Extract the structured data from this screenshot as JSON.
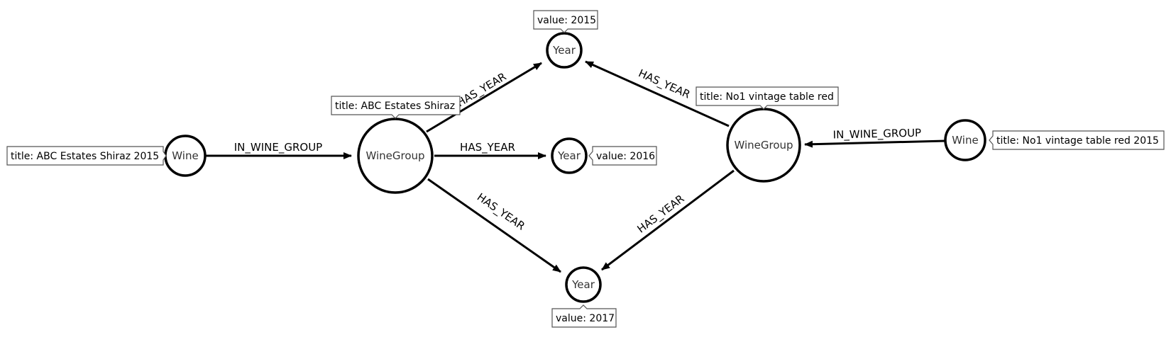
{
  "nodes": {
    "wine_left": {
      "label": "Wine",
      "property": "title: ABC Estates Shiraz 2015"
    },
    "winegroup_left": {
      "label": "WineGroup",
      "property": "title: ABC Estates Shiraz"
    },
    "year_2015": {
      "label": "Year",
      "property": "value: 2015"
    },
    "year_2016": {
      "label": "Year",
      "property": "value: 2016"
    },
    "year_2017": {
      "label": "Year",
      "property": "value: 2017"
    },
    "winegroup_right": {
      "label": "WineGroup",
      "property": "title: No1 vintage table red"
    },
    "wine_right": {
      "label": "Wine",
      "property": "title: No1 vintage table red 2015"
    }
  },
  "edges": {
    "wine_left_to_group": "IN_WINE_GROUP",
    "group_left_to_2015": "HAS_YEAR",
    "group_left_to_2016": "HAS_YEAR",
    "group_left_to_2017": "HAS_YEAR",
    "group_right_to_2015": "HAS_YEAR",
    "group_right_to_2017": "HAS_YEAR",
    "wine_right_to_group": "IN_WINE_GROUP"
  }
}
